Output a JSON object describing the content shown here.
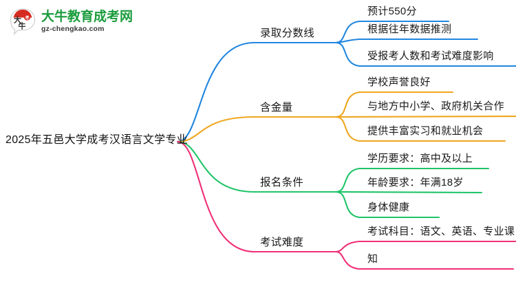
{
  "logo": {
    "mark_name": "daniu-speech-bubble-logo",
    "title": "大牛教育成考网",
    "subtitle": "gz-chengkao.com",
    "title_color": "#1a9c3c",
    "mark_accent_color": "#d62b20"
  },
  "mindmap": {
    "root": {
      "label": "2025年五邑大学成考汉语言文学专业"
    },
    "branches": [
      {
        "label": "录取分数线",
        "color": "#1f86e0",
        "children": [
          {
            "label": "预计550分"
          },
          {
            "label": "根据往年数据推测"
          },
          {
            "label": "受报考人数和考试难度影响"
          }
        ]
      },
      {
        "label": "含金量",
        "color": "#efa61e",
        "children": [
          {
            "label": "学校声誉良好"
          },
          {
            "label": "与地方中小学、政府机关合作"
          },
          {
            "label": "提供丰富实习和就业机会"
          }
        ]
      },
      {
        "label": "报名条件",
        "color": "#1fc468",
        "children": [
          {
            "label": "学历要求：高中及以上"
          },
          {
            "label": "年龄要求：年满18岁"
          },
          {
            "label": "身体健康"
          }
        ]
      },
      {
        "label": "考试难度",
        "color": "#ef2f76",
        "children": [
          {
            "label": "考试科目：语文、英语、专业课"
          },
          {
            "label": "知"
          }
        ]
      }
    ]
  }
}
